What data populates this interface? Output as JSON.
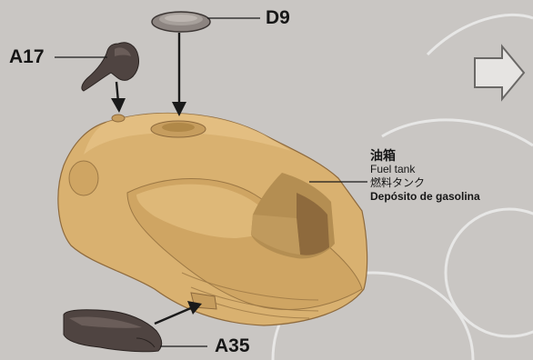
{
  "callouts": {
    "cap": "D9",
    "lever": "A17",
    "bracket": "A35"
  },
  "part_name": {
    "chinese": "油箱",
    "english": "Fuel tank",
    "japanese": "燃料タンク",
    "spanish": "Depósito de gasolina"
  },
  "colors": {
    "tank": "#d9b170",
    "tank_shadow": "#b48e52",
    "tank_dark": "#8e6a3d",
    "part_dark": "#4f4441",
    "line": "#1a1a1a",
    "background": "#c9c6c3"
  },
  "icons": [
    "next-step-arrow-icon"
  ]
}
